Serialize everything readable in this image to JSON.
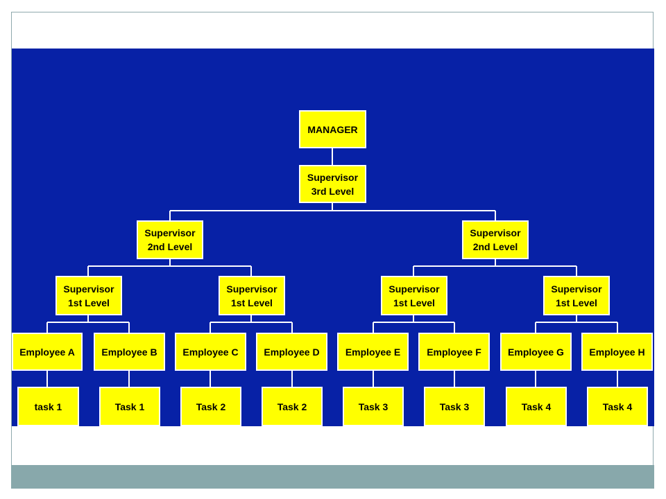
{
  "colors": {
    "panel": "#0721a6",
    "node_fill": "#ffff00",
    "node_border": "#ffffff",
    "connector": "#ffffff",
    "footer": "#88a8ab"
  },
  "org_chart": {
    "manager": "MANAGER",
    "supervisor_3rd": "Supervisor\n3rd Level",
    "supervisors_2nd": [
      "Supervisor\n2nd Level",
      "Supervisor\n2nd Level"
    ],
    "supervisors_1st": [
      "Supervisor\n1st Level",
      "Supervisor\n1st Level",
      "Supervisor\n1st Level",
      "Supervisor\n1st Level"
    ],
    "employees": [
      "Employee A",
      "Employee B",
      "Employee C",
      "Employee D",
      "Employee E",
      "Employee F",
      "Employee G",
      "Employee H"
    ],
    "tasks": [
      "task 1",
      "Task 1",
      "Task 2",
      "Task 2",
      "Task 3",
      "Task 3",
      "Task 4",
      "Task 4"
    ]
  }
}
